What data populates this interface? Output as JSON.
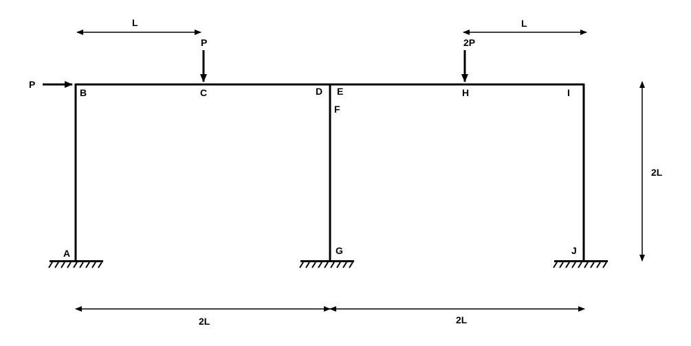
{
  "diagram": {
    "type": "portal-frame",
    "colors": {
      "stroke": "#000000",
      "background": "#ffffff"
    },
    "nodes": {
      "A": "A",
      "B": "B",
      "C": "C",
      "D": "D",
      "E": "E",
      "F": "F",
      "G": "G",
      "H": "H",
      "I": "I",
      "J": "J"
    },
    "loads": {
      "horizontal_at_B": "P",
      "vertical_at_C": "P",
      "vertical_at_H": "2P"
    },
    "dimensions": {
      "top_left_span": "L",
      "top_right_span": "L",
      "bottom_left_span": "2L",
      "bottom_right_span": "2L",
      "height": "2L"
    },
    "supports": [
      "fixed-A",
      "fixed-G",
      "fixed-J"
    ]
  }
}
